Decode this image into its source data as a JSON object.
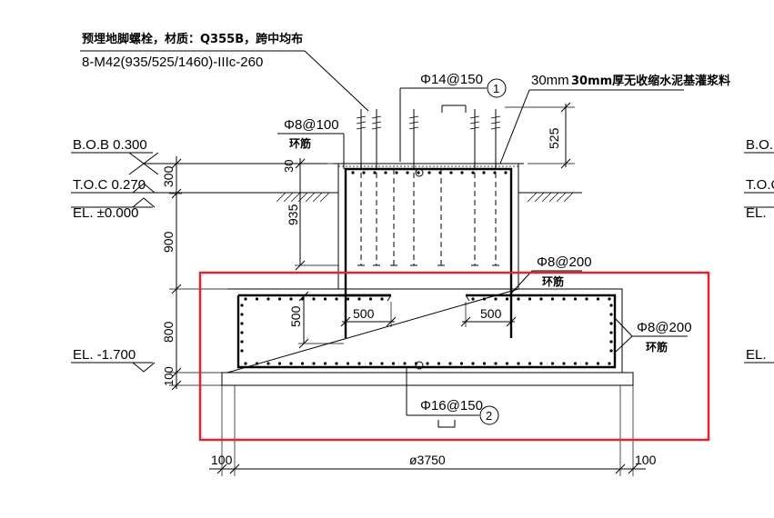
{
  "notes": {
    "anchor_bolt_title": "预埋地脚螺栓，材质：Q355B，跨中均布",
    "anchor_bolt_spec": "8-M42(935/525/1460)-IIIc-260",
    "grout_note": "30mm厚无收缩水泥基灌浆料"
  },
  "rebar": {
    "top_bar": "Φ14@150",
    "top_bar_tag": "1",
    "bottom_bar": "Φ16@150",
    "bottom_bar_tag": "2",
    "pedestal_ring": "Φ8@100",
    "pedestal_ring_note": "环筋",
    "base_ring_1": "Φ8@200",
    "base_ring_1_note": "环筋",
    "base_ring_2": "Φ8@200",
    "base_ring_2_note": "环筋"
  },
  "elevations": {
    "bob": "B.O.B 0.300",
    "toc": "T.O.C 0.270",
    "ground": "EL. ±0.000",
    "bottom": "EL. -1.700",
    "right_bob": "B.O.I",
    "right_toc": "T.O.C",
    "right_ground": "EL.",
    "right_bottom": "EL."
  },
  "dimensions": {
    "d30": "30",
    "d300": "300",
    "d935": "935",
    "d900": "900",
    "d800": "800",
    "d100_v": "100",
    "d500_v": "500",
    "d500_left": "500",
    "d500_right": "500",
    "d525": "525",
    "d100_left": "100",
    "d100_right": "100",
    "diameter": "ø3750"
  },
  "colors": {
    "highlight": "#e0262a"
  }
}
